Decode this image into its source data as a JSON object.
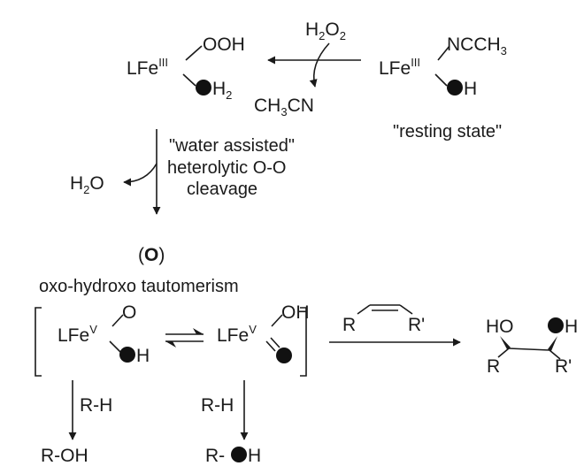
{
  "species": {
    "hydroperoxo": {
      "fe": "LFe",
      "ox": "III",
      "ligand": "OOH",
      "water_h": "H",
      "water_sub": "2"
    },
    "resting": {
      "fe": "LFe",
      "ox": "III",
      "ligand": "NCCH",
      "ligand_sub": "3",
      "oh_h": "H"
    },
    "resting_label": "\"resting state\"",
    "oxo_hydroxo": {
      "fe": "LFe",
      "ox": "V",
      "ligand": "O",
      "oh_h": "H"
    },
    "hydroxo_oxo": {
      "fe": "LFe",
      "ox": "V",
      "ligand": "OH"
    }
  },
  "reagents": {
    "h2o2": {
      "h": "H",
      "sub1": "2",
      "o": "O",
      "sub2": "2"
    },
    "acetonitrile": {
      "a": "CH",
      "sub": "3",
      "b": "CN"
    },
    "water_out": {
      "h": "H",
      "sub": "2",
      "o": "O"
    }
  },
  "cleavage_label": [
    "\"water assisted\"",
    "heterolytic O-O",
    "cleavage"
  ],
  "intermediate": {
    "paren_open": "(",
    "bold": "O",
    "paren_close": ")",
    "tautomerism": "oxo-hydroxo tautomerism"
  },
  "olefin": {
    "r": "R",
    "r_prime": "R'"
  },
  "diol": {
    "ho": "HO",
    "h": "H",
    "r": "R",
    "r_prime": "R'"
  },
  "alkane_left": {
    "reagent": "R-H",
    "product": "R-OH"
  },
  "alkane_right": {
    "reagent": "R-H",
    "product_r": "R-",
    "product_h": "H"
  }
}
